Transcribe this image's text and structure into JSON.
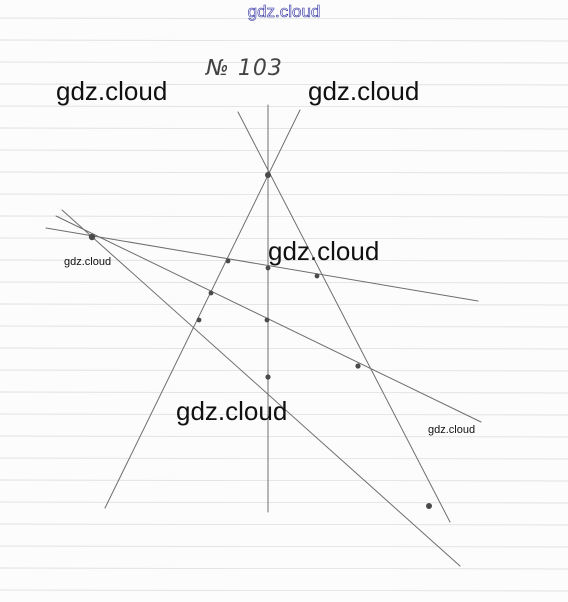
{
  "header": {
    "site_watermark": "gdz.cloud"
  },
  "problem": {
    "number_label": "№ 103"
  },
  "watermarks": [
    "gdz.cloud",
    "gdz.cloud",
    "gdz.cloud",
    "gdz.cloud",
    "gdz.cloud",
    "gdz.cloud"
  ],
  "colors": {
    "paper": "#fcfcfc",
    "ruling": "#d9d9d9",
    "pencil": "#6e6e6e",
    "point": "#4a4a4a",
    "header_watermark_outline": "#2a2aa0"
  }
}
